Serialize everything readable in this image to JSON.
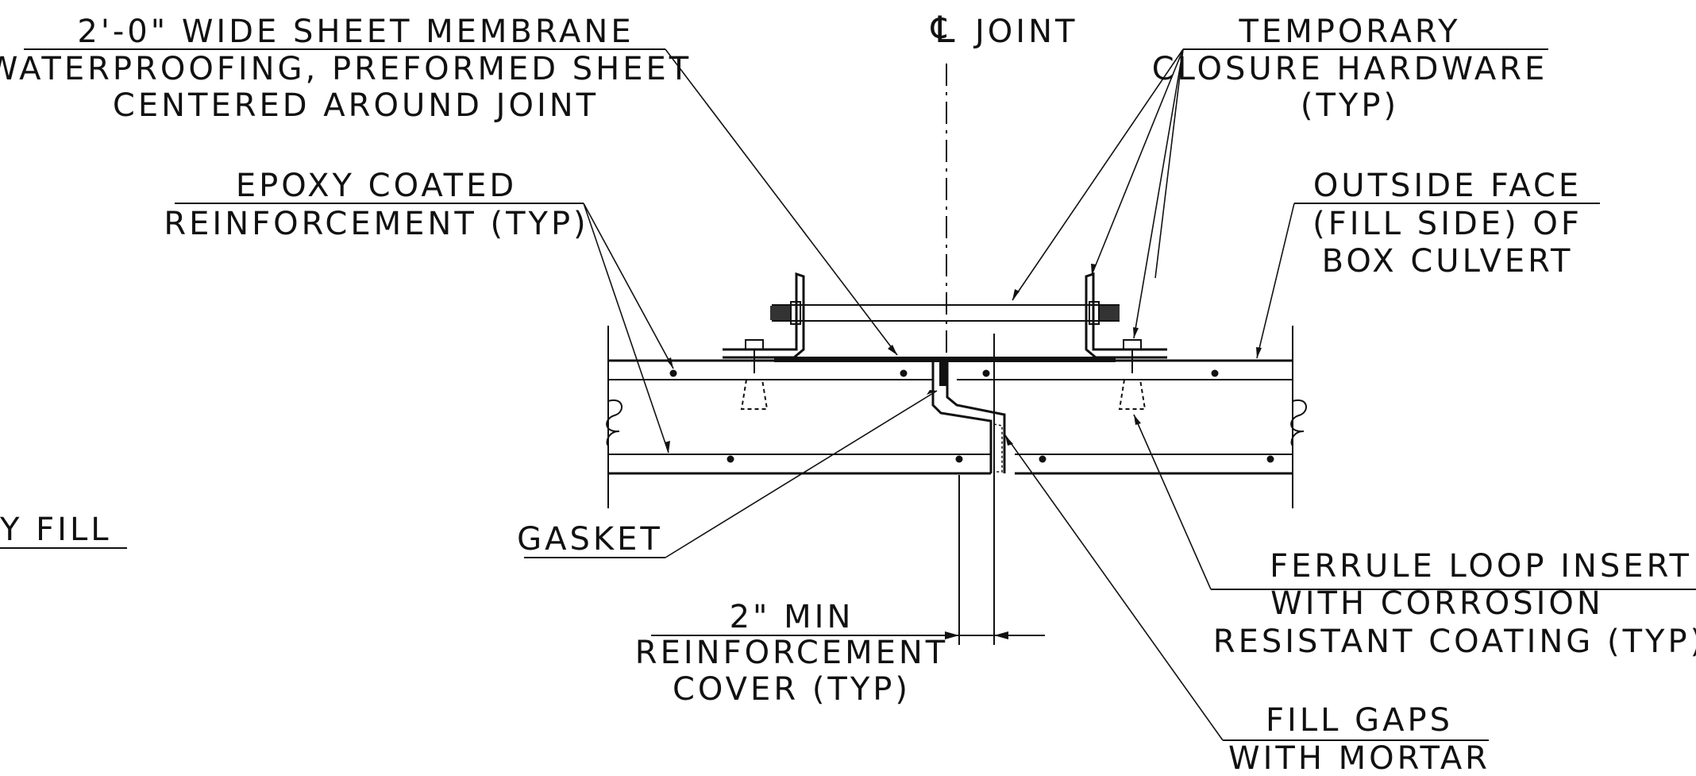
{
  "labels": {
    "membrane_line1": "2'-0\" WIDE SHEET MEMBRANE",
    "membrane_line2": "WATERPROOFING, PREFORMED SHEET",
    "membrane_line3": "CENTERED AROUND JOINT",
    "joint_symbol": "℄",
    "joint_text": "JOINT",
    "closure_line1": "TEMPORARY",
    "closure_line2": "CLOSURE HARDWARE",
    "closure_line3": "(TYP)",
    "epoxy_line1": "EPOXY COATED",
    "epoxy_line2": "REINFORCEMENT (TYP)",
    "outside_line1": "OUTSIDE FACE",
    "outside_line2": "(FILL SIDE) OF",
    "outside_line3": "BOX CULVERT",
    "fill_partial": "Y FILL",
    "gasket": "GASKET",
    "ferrule_line1": "FERRULE LOOP INSERT",
    "ferrule_line2": "WITH CORROSION",
    "ferrule_line3": "RESISTANT COATING (TYP)",
    "cover_line1": "2\" MIN",
    "cover_line2": "REINFORCEMENT",
    "cover_line3": "COVER (TYP)",
    "mortar_line1": "FILL GAPS",
    "mortar_line2": "WITH MORTAR"
  }
}
